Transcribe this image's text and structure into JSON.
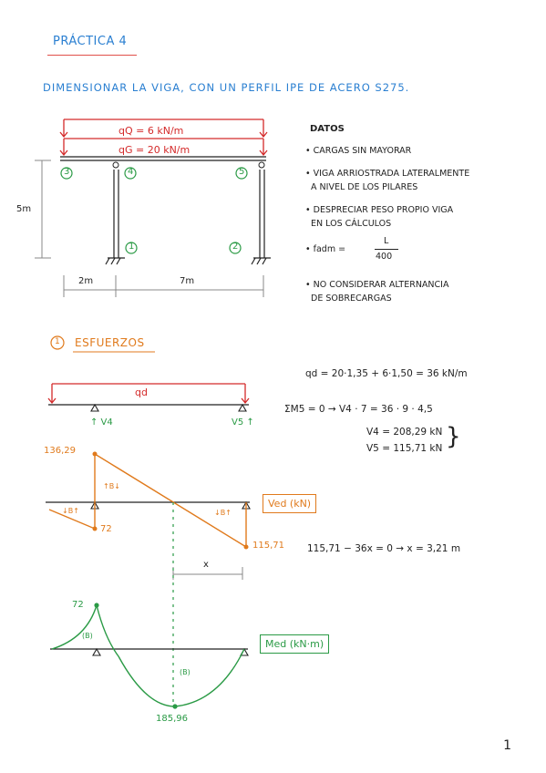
{
  "header": {
    "title": "PRÁCTICA 4",
    "statement": "DIMENSIONAR LA VIGA, CON UN PERFIL IPE DE ACERO S275."
  },
  "structure": {
    "load_q": "qQ = 6 kN/m",
    "load_g": "qG = 20 kN/m",
    "node_3": "3",
    "node_4": "4",
    "node_5": "5",
    "support_1": "1",
    "support_2": "2",
    "height": "5m",
    "span_left": "2m",
    "span_right": "7m"
  },
  "datos": {
    "heading": "DATOS",
    "items": [
      "• CARGAS SIN MAYORAR",
      "• VIGA ARRIOSTRADA LATERALMENTE\n  A NIVEL DE LOS PILARES",
      "• DESPRECIAR PESO PROPIO VIGA\n  EN LOS CÁLCULOS",
      "• NO CONSIDERAR ALTERNANCIA\n  DE SOBRECARGAS"
    ],
    "fadm_label": "• fadm =",
    "fadm_num": "L",
    "fadm_den": "400"
  },
  "section1": {
    "number": "1",
    "title": "ESFUERZOS",
    "qd_label": "qd",
    "v4_label": "↑ V4",
    "v5_label": "V5 ↑",
    "eq_qd": "qd = 20·1,35 + 6·1,50 = 36 kN/m",
    "eq_moment": "ΣM5 = 0  →  V4 · 7 = 36 · 9 · 4,5",
    "eq_v4": "V4 = 208,29 kN",
    "eq_v5": "V5 = 115,71 kN",
    "eq_x": "115,71 − 36x = 0  →  x = 3,21 m",
    "shear": {
      "box": "Ved (kN)",
      "v_top": "136,29",
      "v_left": "72",
      "v_right": "115,71",
      "sign_left": "↓B↑",
      "sign_mid": "↑B↓",
      "sign_right": "↓B↑",
      "x_label": "x"
    },
    "moment": {
      "box": "Med (kN·m)",
      "m_peak": "72",
      "m_min": "185,96",
      "sign_hog": "(B)",
      "sign_sag": "(B)"
    }
  },
  "page_number": "1",
  "colors": {
    "blue": "#2a7fd1",
    "red": "#d42a2a",
    "orange": "#e07a1c",
    "green": "#2a9a45"
  }
}
